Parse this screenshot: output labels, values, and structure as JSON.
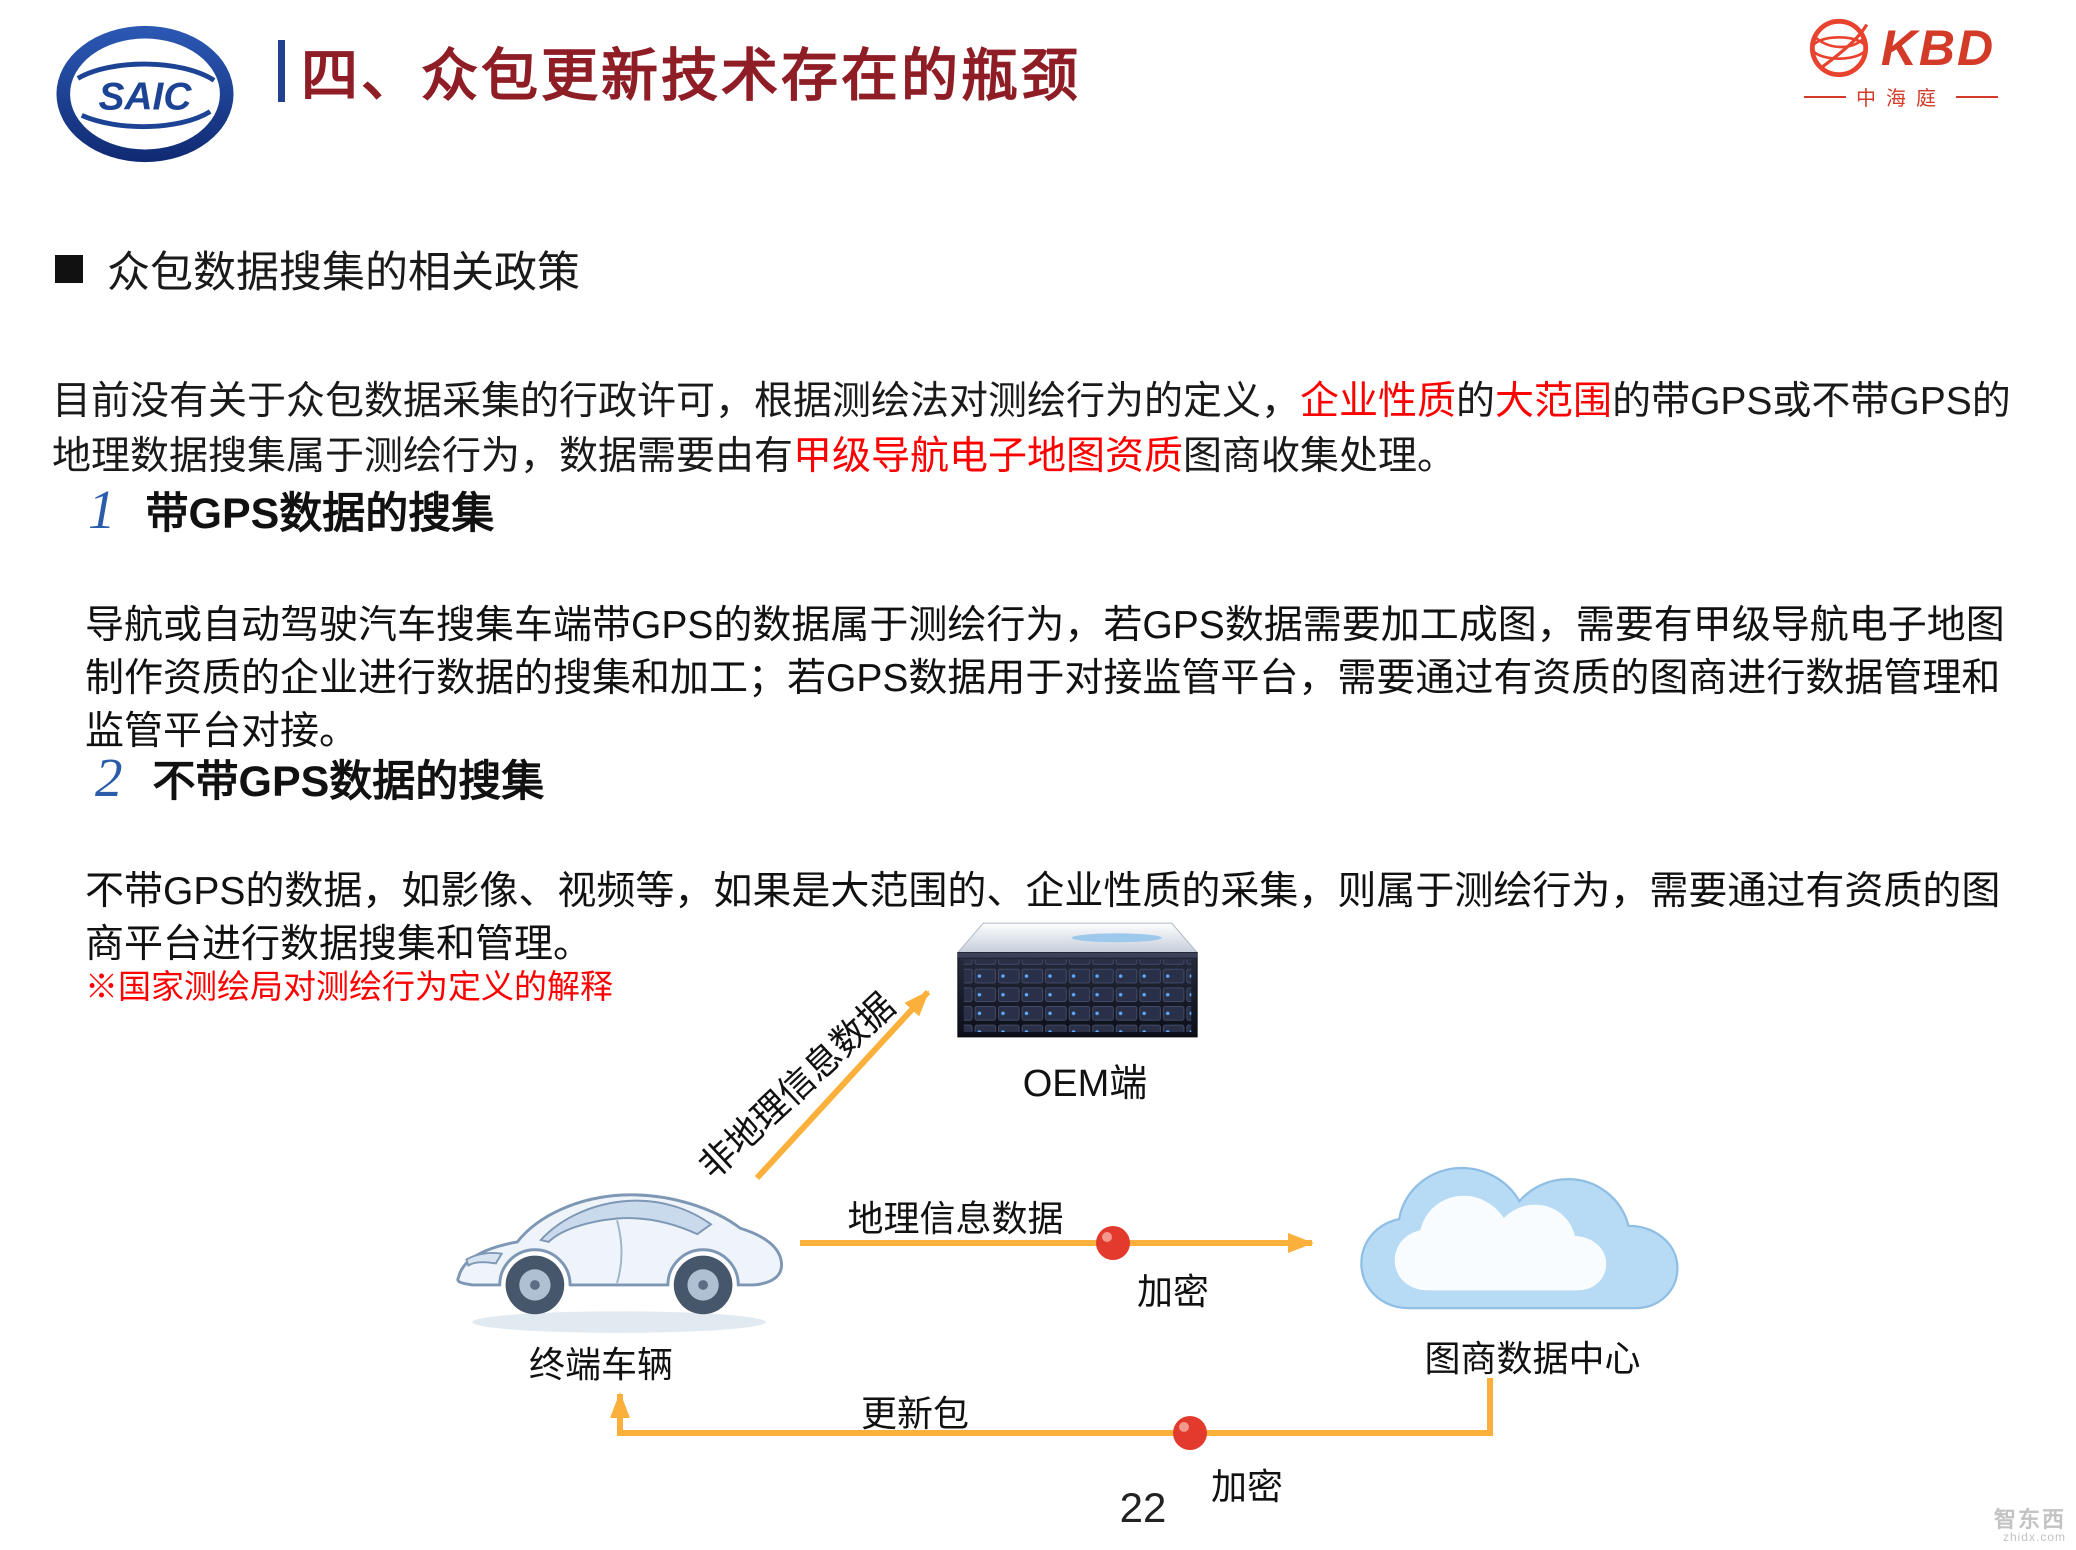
{
  "header": {
    "logo": "SAIC",
    "title": "四、众包更新技术存在的瓶颈",
    "brand_name": "KBD",
    "brand_sub": "中海庭"
  },
  "section_heading": "众包数据搜集的相关政策",
  "intro": {
    "p1": "目前没有关于众包数据采集的行政许可，根据测绘法对测绘行为的定义，",
    "r1": "企业性质",
    "p2": "的",
    "r2": "大范围",
    "p3": "的带GPS或不带GPS的地理数据搜集属于测绘行为，数据需要由有",
    "r3": "甲级导航电子地图资质",
    "p4": "图商收集处理。"
  },
  "items": [
    {
      "num": "1",
      "heading": "带GPS数据的搜集",
      "body": "导航或自动驾驶汽车搜集车端带GPS的数据属于测绘行为，若GPS数据需要加工成图，需要有甲级导航电子地图制作资质的企业进行数据的搜集和加工；若GPS数据用于对接监管平台，需要通过有资质的图商进行数据管理和监管平台对接。"
    },
    {
      "num": "2",
      "heading": "不带GPS数据的搜集",
      "body": "不带GPS的数据，如影像、视频等，如果是大范围的、企业性质的采集，则属于测绘行为，需要通过有资质的图商平台进行数据搜集和管理。"
    }
  ],
  "note": "※国家测绘局对测绘行为定义的解释",
  "diagram": {
    "oem_label": "OEM端",
    "car_label": "终端车辆",
    "cloud_label": "图商数据中心",
    "non_geo_label": "非地理信息数据",
    "geo_label": "地理信息数据",
    "encrypt_top": "加密",
    "encrypt_bottom": "加密",
    "update_label": "更新包"
  },
  "page_number": "22",
  "watermark": {
    "line1": "智东西",
    "line2": "zhidx.com"
  },
  "colors": {
    "title_maroon": "#8E1D26",
    "accent_blue": "#23418E",
    "highlight_red": "#FF0000",
    "arrow_orange": "#FBB03B",
    "dot_red": "#E23B2E"
  }
}
